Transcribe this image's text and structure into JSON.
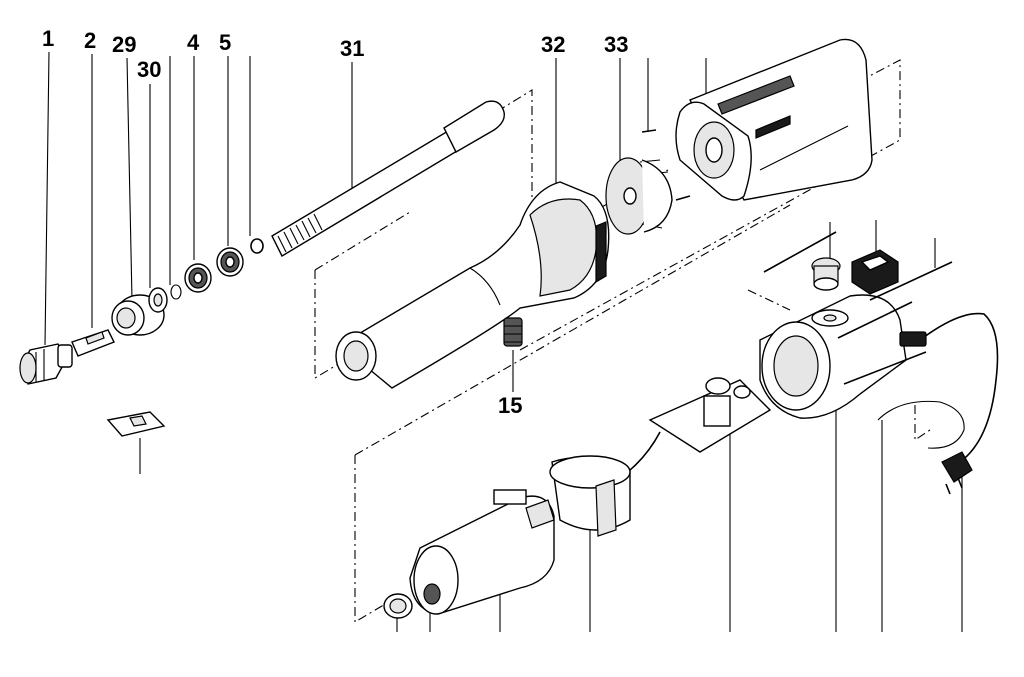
{
  "diagram": {
    "title": "Exploded parts view - die grinder",
    "part_labels": {
      "p1": "1",
      "p2": "2",
      "p29": "29",
      "p30": "30",
      "p4": "4",
      "p5": "5",
      "p31": "31",
      "p32": "32",
      "p33": "33",
      "p15": "15"
    },
    "colors": {
      "ink": "#000000",
      "background": "#ffffff",
      "shade": "#e6e6e6",
      "dark": "#555555"
    }
  }
}
